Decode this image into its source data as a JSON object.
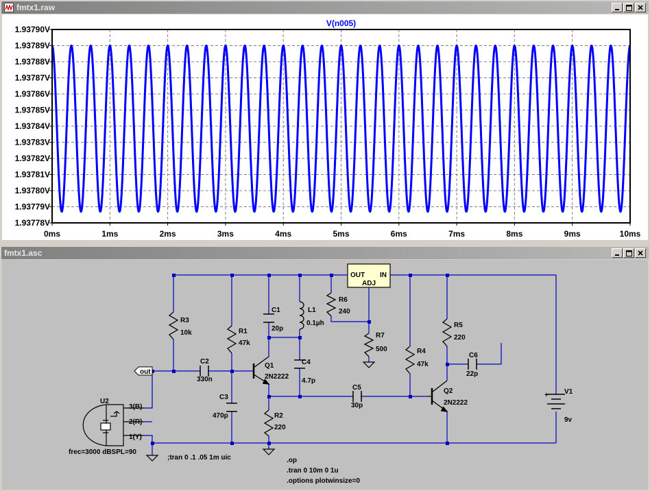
{
  "plot_window": {
    "title": "fmtx1.raw",
    "buttons": {
      "minimize": "minimize",
      "restore": "restore",
      "close": "close"
    }
  },
  "schematic_window": {
    "title": "fmtx1.asc"
  },
  "chart_data": {
    "type": "line",
    "title": "V(n005)",
    "xlabel": "",
    "ylabel": "",
    "x_ticks": [
      "0ms",
      "1ms",
      "2ms",
      "3ms",
      "4ms",
      "5ms",
      "6ms",
      "7ms",
      "8ms",
      "9ms",
      "10ms"
    ],
    "y_ticks": [
      "1.93778V",
      "1.93779V",
      "1.93780V",
      "1.93781V",
      "1.93782V",
      "1.93783V",
      "1.93784V",
      "1.93785V",
      "1.93786V",
      "1.93787V",
      "1.93788V",
      "1.93789V",
      "1.93790V"
    ],
    "xlim": [
      0,
      10
    ],
    "ylim": [
      1.93778,
      1.9379
    ],
    "grid": true,
    "series": [
      {
        "name": "V(n005)",
        "color": "#0000ff",
        "shape": "sine",
        "frequency_khz": 3.0,
        "min": 1.937787,
        "max": 1.93789
      }
    ]
  },
  "schematic": {
    "components": {
      "R3": {
        "name": "R3",
        "value": "10k"
      },
      "R1": {
        "name": "R1",
        "value": "47k"
      },
      "C1": {
        "name": "C1",
        "value": "20p"
      },
      "L1": {
        "name": "L1",
        "value": "0.1µh"
      },
      "R6": {
        "name": "R6",
        "value": "240"
      },
      "R7": {
        "name": "R7",
        "value": "500"
      },
      "C2": {
        "name": "C2",
        "value": "330n"
      },
      "Q1": {
        "name": "Q1",
        "value": "2N2222"
      },
      "C4": {
        "name": "C4",
        "value": "4.7p"
      },
      "C3": {
        "name": "C3",
        "value": "470p"
      },
      "R2": {
        "name": "R2",
        "value": "220"
      },
      "C5": {
        "name": "C5",
        "value": "30p"
      },
      "R4": {
        "name": "R4",
        "value": "47k"
      },
      "Q2": {
        "name": "Q2",
        "value": "2N2222"
      },
      "R5": {
        "name": "R5",
        "value": "220"
      },
      "C6": {
        "name": "C6",
        "value": "22p"
      },
      "V1": {
        "name": "V1",
        "value": "9v"
      },
      "U2": {
        "name": "U2",
        "params": "frec=3000 dBSPL=90",
        "pin3": "3(B)",
        "pin2": "2(R)",
        "pin1": "1(Y)"
      },
      "REG": {
        "out": "OUT",
        "in": "IN",
        "adj": "ADJ"
      }
    },
    "net_label": "out",
    "directives": {
      "commented_tran": ";tran 0 .1 .05 1m uic",
      "op": ".op",
      "tran": ".tran 0 10m 0 1u",
      "options": ".options plotwinsize=0"
    }
  }
}
